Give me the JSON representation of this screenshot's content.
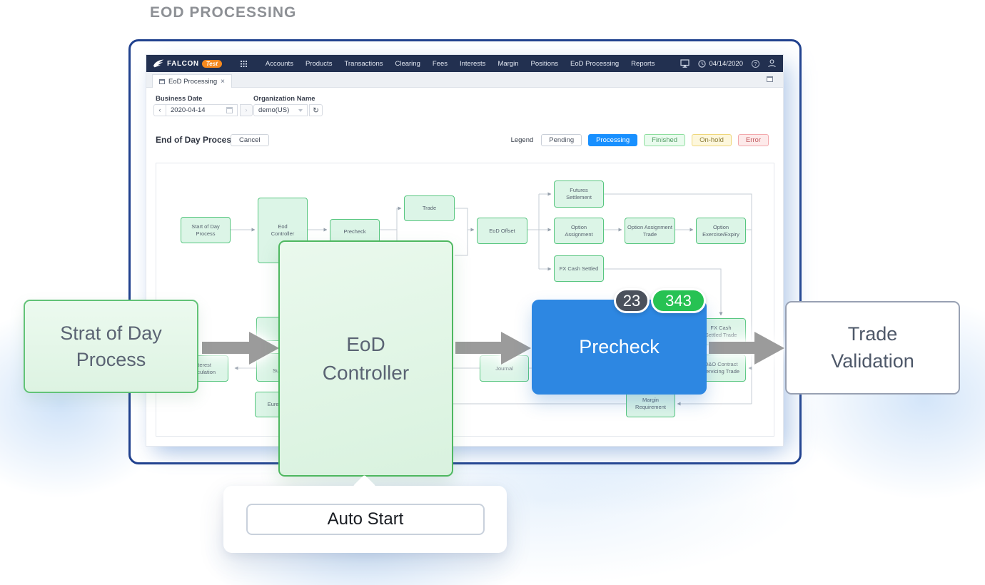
{
  "page": {
    "title": "EOD PROCESSING"
  },
  "header": {
    "brand": "FALCON",
    "brand_badge": "Test",
    "nav": [
      "Accounts",
      "Products",
      "Transactions",
      "Clearing",
      "Fees",
      "Interests",
      "Margin",
      "Positions",
      "EoD Processing",
      "Reports"
    ],
    "date": "04/14/2020",
    "help_glyph": "?"
  },
  "tabs": {
    "active": "EoD Processing",
    "close": "×"
  },
  "toolbar": {
    "business_date_label": "Business Date",
    "business_date_value": "2020-04-14",
    "prev": "‹",
    "next": "›",
    "org_label": "Organization Name",
    "org_value": "demo(US)",
    "refresh": "↻"
  },
  "section": {
    "title": "End of Day Process",
    "cancel": "Cancel"
  },
  "legend": {
    "label": "Legend",
    "pending": "Pending",
    "processing": "Processing",
    "finished": "Finished",
    "onhold": "On-hold",
    "error": "Error"
  },
  "colors": {
    "frame_border": "#20418e",
    "appbar": "#223050",
    "brand_badge": "#f6891e",
    "processing_blue": "#1890ff",
    "precheck_blue": "#2d87e2",
    "node_green_fill": "#dcf5e7",
    "node_green_border": "#57c67f",
    "badge_dark": "#4b515c",
    "badge_green": "#27c253"
  },
  "diagram": {
    "nodes": [
      "Start of Day\nProcess",
      "Eod\nController",
      "Precheck",
      "Trade",
      "EoD Offset",
      "Futures\nSettlement",
      "Option\nAssignment",
      "FX Cash Settled",
      "Option Assignment\nTrade",
      "Option\nExercise/Expiry",
      "FX Cash\nSettled Trade",
      "O&O Contract\nServicing Trade",
      "Journal",
      "Margin Requirement",
      "Interest\nCalculation",
      "Fee\nSummary",
      "Eurex Margin",
      ""
    ]
  },
  "callouts": {
    "start": "Strat of Day\nProcess",
    "controller": "EoD\nController",
    "precheck": "Precheck",
    "badge_dark": "23",
    "badge_green": "343",
    "validation": "Trade\nValidation",
    "tooltip_button": "Auto Start"
  }
}
